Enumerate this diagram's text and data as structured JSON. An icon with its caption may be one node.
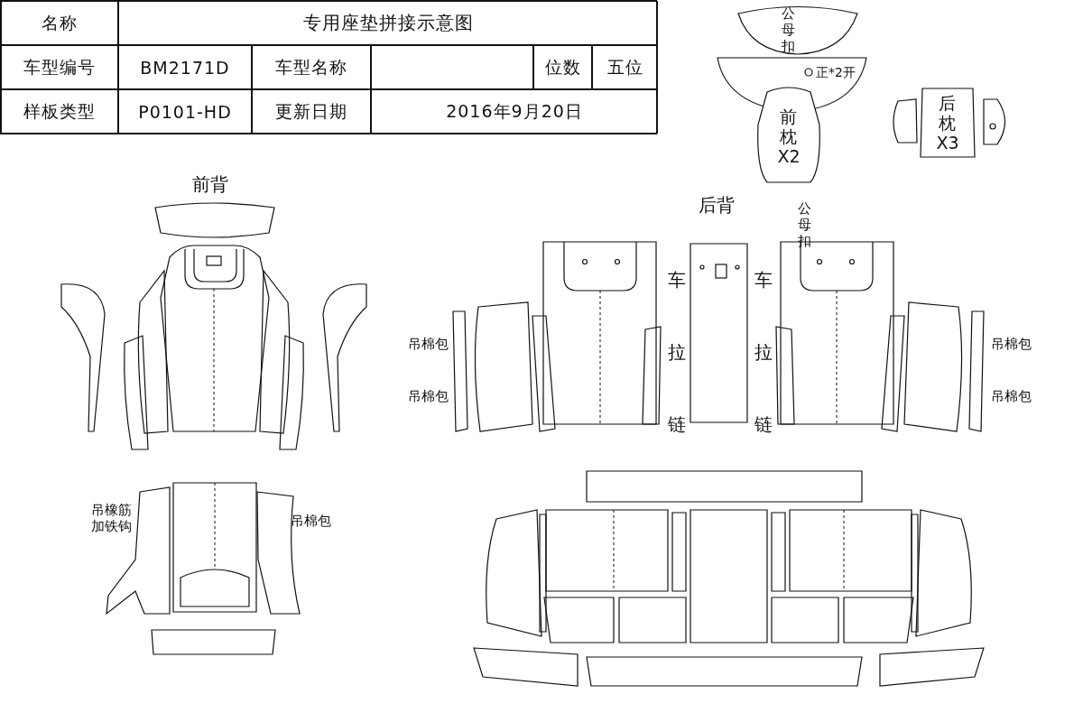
{
  "diagram": {
    "nodes": [
      {
        "text": [
          "前枕X2"
        ]
      },
      {
        "text": [
          "后枕X3"
        ]
      }
    ],
    "labels": [
      "名称",
      "专用座垫拼接示意图",
      "车型编号",
      "BM2171D",
      "车型名称",
      "位数",
      "五位",
      "样板类型",
      "P0101-HD",
      "更新日期",
      "2016年9月20日",
      "公母扣",
      "正*2开",
      "前背",
      "后背",
      "公母扣",
      "车拉链",
      "车拉链",
      "吊棉包",
      "吊棉包",
      "吊棉包",
      "吊棉包",
      "吊橡筋加铁钩",
      "吊棉包"
    ]
  }
}
